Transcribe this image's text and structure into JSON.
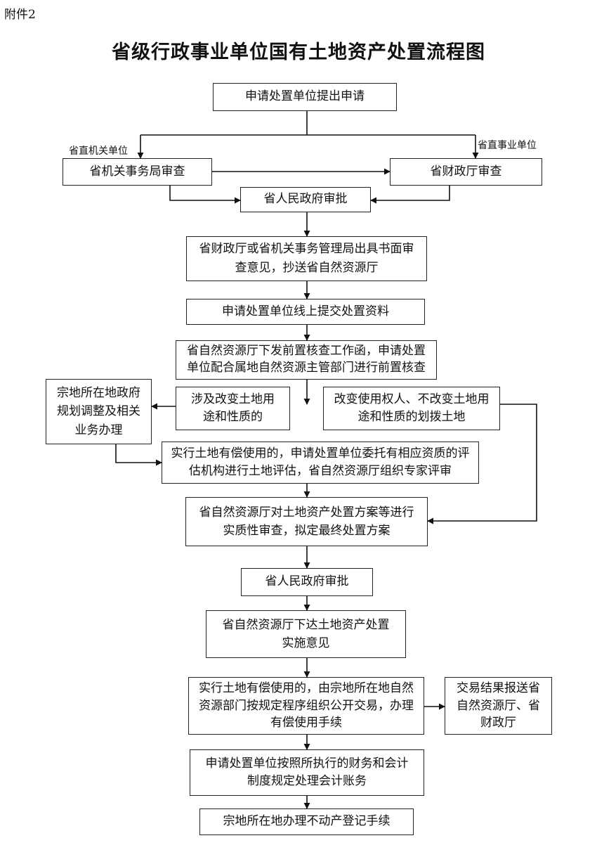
{
  "header": {
    "annex": "附件2",
    "title": "省级行政事业单位国有土地资产处置流程图"
  },
  "nodes": {
    "apply": "申请处置单位提出申请",
    "jiguan_review": "省机关事务局审查",
    "finance_review": "省财政厅审查",
    "gov_approval_1": "省人民政府审批",
    "issue_opinion": "省财政厅或省机关事务管理局出具书面审查意见，抄送省自然资源厅",
    "submit_online": "申请处置单位线上提交处置资料",
    "pre_check": "省自然资源厅下发前置核查工作函，申请处置单位配合属地自然资源主管部门进行前置核查",
    "change_use": "涉及改变土地用途和性质的",
    "planning_adjust": "宗地所在地政府规划调整及相关业务办理",
    "change_owner": "改变使用权人、不改变土地用途和性质的划拨土地",
    "paid_use_eval": "实行土地有偿使用的，申请处置单位委托有相应资质的评估机构进行土地评估，省自然资源厅组织专家评审",
    "substantive_review": "省自然资源厅对土地资产处置方案等进行实质性审查，拟定最终处置方案",
    "gov_approval_2": "省人民政府审批",
    "implementation": "省自然资源厅下达土地资产处置实施意见",
    "public_trade": "实行土地有偿使用的，由宗地所在地自然资源部门按规定程序组织公开交易，办理有偿使用手续",
    "trade_report": "交易结果报送省自然资源厅、省财政厅",
    "accounting": "申请处置单位按照所执行的财务和会计制度规定处理会计账务",
    "registration": "宗地所在地办理不动产登记手续"
  },
  "edge_labels": {
    "left_branch": "省直机关单位",
    "right_branch": "省直事业单位"
  }
}
